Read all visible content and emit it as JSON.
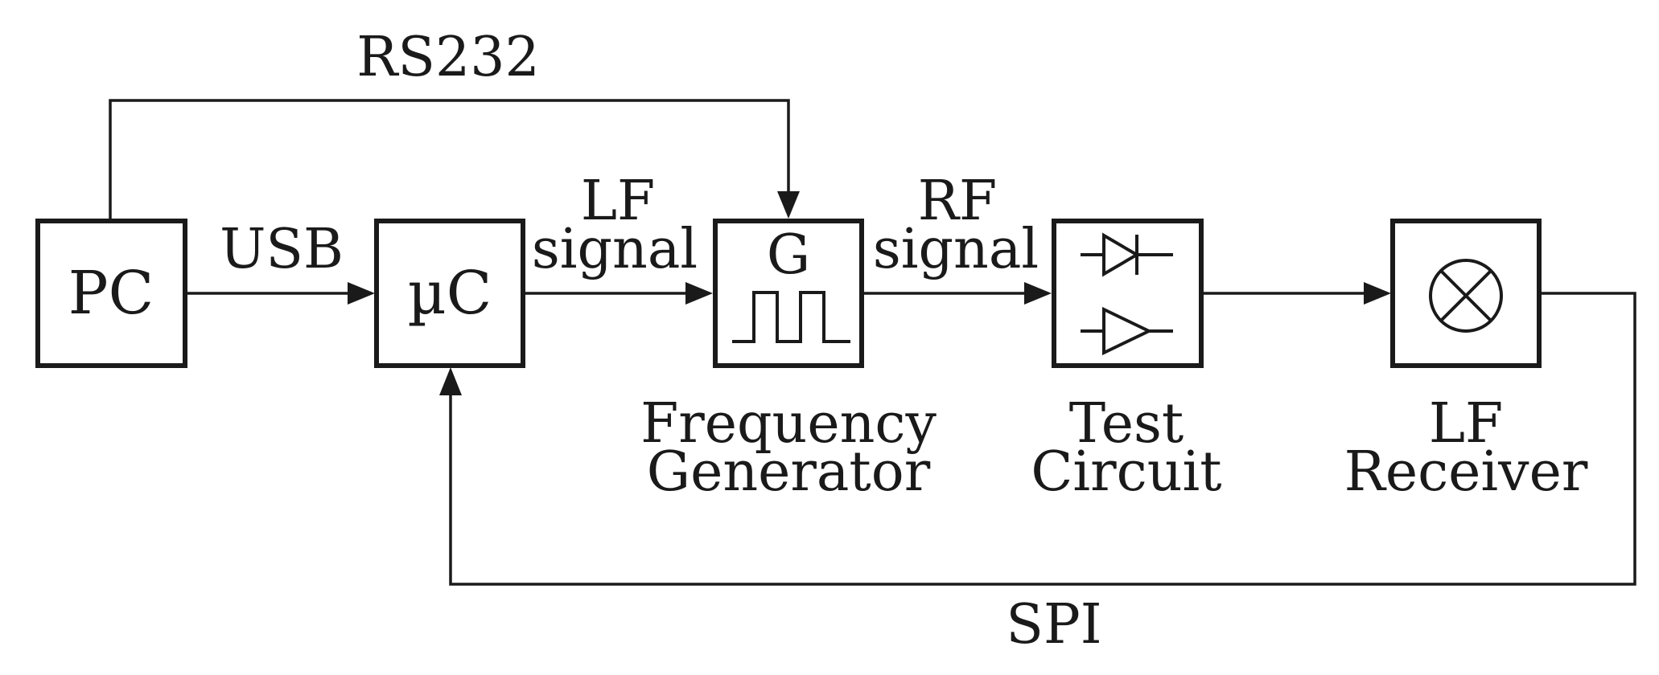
{
  "diagram": {
    "blocks": {
      "pc": {
        "label": "PC"
      },
      "uc": {
        "label": "µC"
      },
      "generator": {
        "symbol_letter": "G",
        "caption": [
          "Frequency",
          "Generator"
        ]
      },
      "test_circuit": {
        "caption": [
          "Test",
          "Circuit"
        ]
      },
      "lf_receiver": {
        "caption": [
          "LF",
          "Receiver"
        ]
      }
    },
    "connections": {
      "rs232": "RS232",
      "usb": "USB",
      "lf_signal": [
        "LF",
        "signal"
      ],
      "rf_signal": [
        "RF",
        "signal"
      ],
      "spi": "SPI"
    },
    "icons": {
      "generator": "square-wave-icon",
      "test_circuit": [
        "diode-icon",
        "amplifier-icon"
      ],
      "lf_receiver": "circle-cross-icon"
    }
  }
}
